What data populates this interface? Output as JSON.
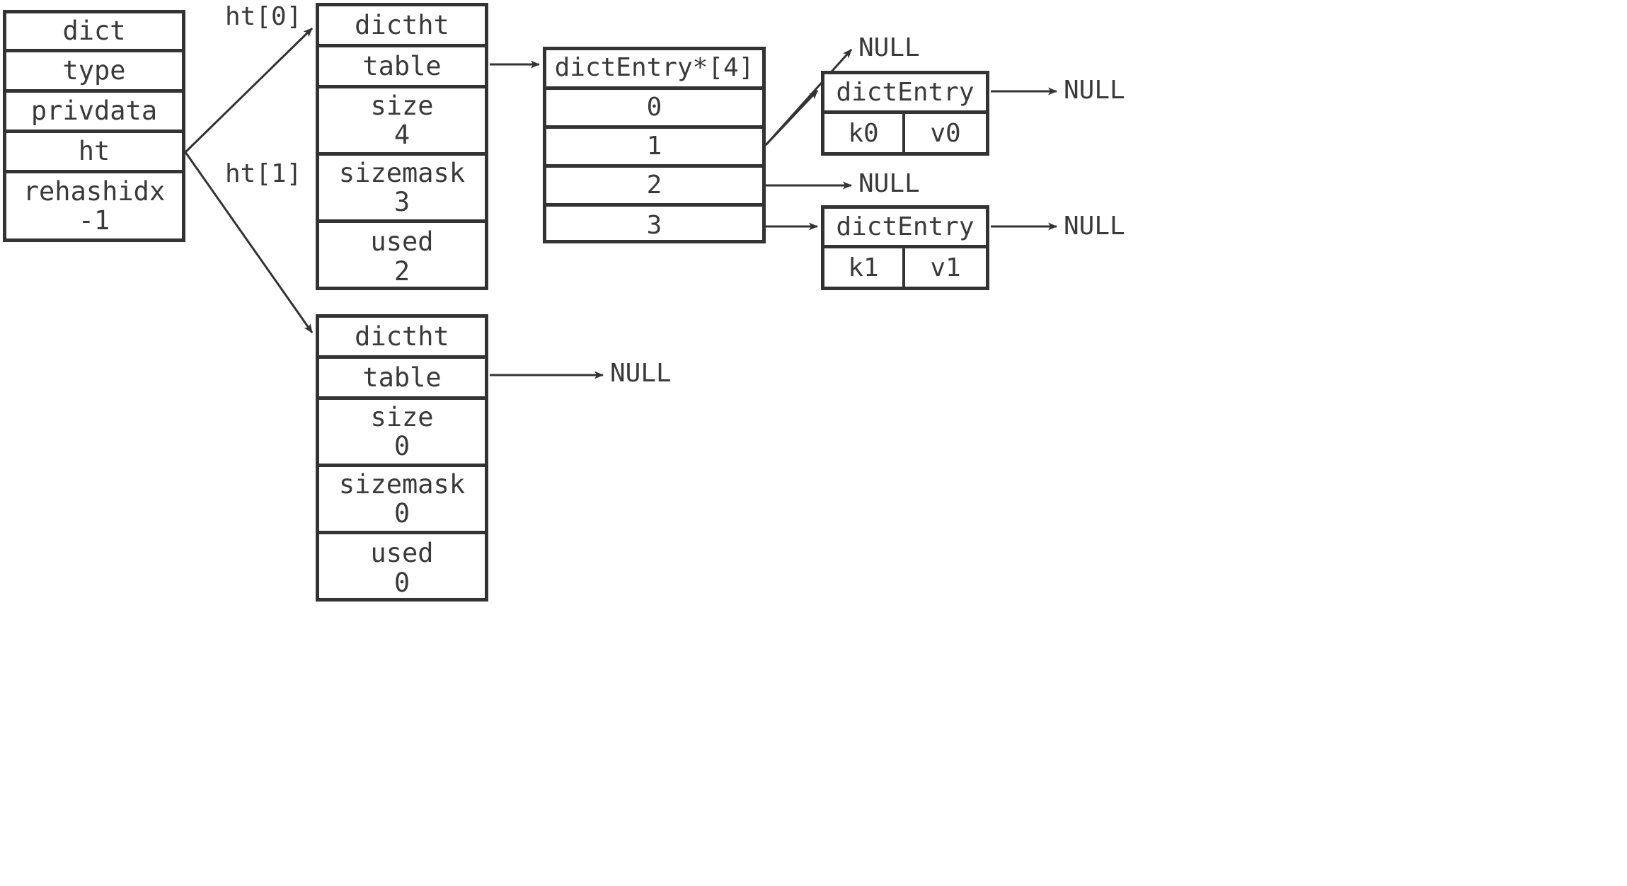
{
  "diagram": {
    "title": "Redis dict / dictht / dictEntry structure",
    "stroke_color": "#333333",
    "text_color": "#3a3a3a",
    "background": "#ffffff"
  },
  "dict_struct": {
    "name": "dict",
    "fields": [
      {
        "label": "type",
        "value": ""
      },
      {
        "label": "privdata",
        "value": ""
      },
      {
        "label": "ht",
        "value": ""
      },
      {
        "label": "rehashidx",
        "value": "-1"
      }
    ]
  },
  "pointer_labels": {
    "ht0": "ht[0]",
    "ht1": "ht[1]"
  },
  "dictht0": {
    "name": "dictht",
    "fields": [
      {
        "label": "table",
        "value": ""
      },
      {
        "label": "size",
        "value": "4"
      },
      {
        "label": "sizemask",
        "value": "3"
      },
      {
        "label": "used",
        "value": "2"
      }
    ]
  },
  "dictht1": {
    "name": "dictht",
    "fields": [
      {
        "label": "table",
        "value": ""
      },
      {
        "label": "size",
        "value": "0"
      },
      {
        "label": "sizemask",
        "value": "0"
      },
      {
        "label": "used",
        "value": "0"
      }
    ]
  },
  "bucket_table": {
    "header": "dictEntry*[4]",
    "indices": [
      "0",
      "1",
      "2",
      "3"
    ]
  },
  "entries": [
    {
      "name": "dictEntry",
      "key": "k0",
      "value": "v0",
      "next": "NULL"
    },
    {
      "name": "dictEntry",
      "key": "k1",
      "value": "v1",
      "next": "NULL"
    }
  ],
  "null_labels": {
    "bucket0": "NULL",
    "entry0_next": "NULL",
    "bucket2": "NULL",
    "entry1_next": "NULL",
    "dictht1_table": "NULL"
  }
}
